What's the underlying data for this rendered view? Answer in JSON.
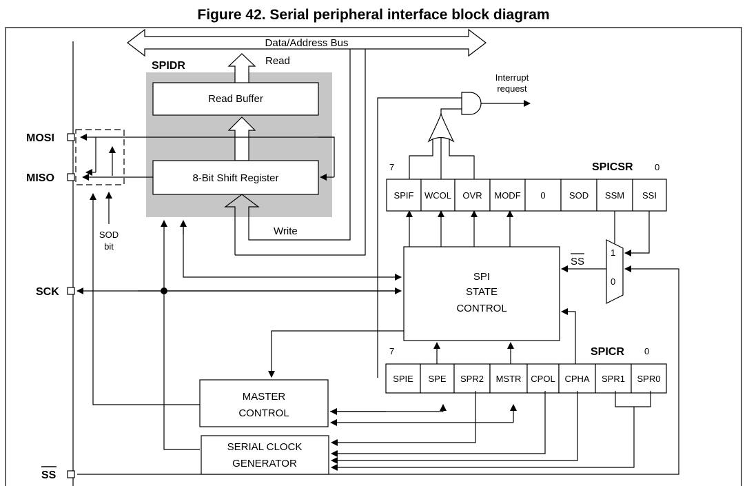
{
  "title": "Figure 42. Serial peripheral interface block diagram",
  "bus_label": "Data/Address Bus",
  "read_label": "Read",
  "write_label": "Write",
  "spidr_label": "SPIDR",
  "read_buffer": "Read Buffer",
  "shift_register": "8-Bit Shift Register",
  "interrupt_line1": "Interrupt",
  "interrupt_line2": "request",
  "pins": {
    "mosi": "MOSI",
    "miso": "MISO",
    "sck": "SCK",
    "ss": "SS"
  },
  "sod_line1": "SOD",
  "sod_line2": "bit",
  "spicsr": {
    "name": "SPICSR",
    "msb": "7",
    "lsb": "0",
    "bits": [
      "SPIF",
      "WCOL",
      "OVR",
      "MODF",
      "0",
      "SOD",
      "SSM",
      "SSI"
    ]
  },
  "spicr": {
    "name": "SPICR",
    "msb": "7",
    "lsb": "0",
    "bits": [
      "SPIE",
      "SPE",
      "SPR2",
      "MSTR",
      "CPOL",
      "CPHA",
      "SPR1",
      "SPR0"
    ]
  },
  "state_control": [
    "SPI",
    "STATE",
    "CONTROL"
  ],
  "master_control": [
    "MASTER",
    "CONTROL"
  ],
  "clock_gen": [
    "SERIAL CLOCK",
    "GENERATOR"
  ],
  "mux": {
    "in1": "1",
    "in0": "0",
    "ss_label": "SS"
  }
}
